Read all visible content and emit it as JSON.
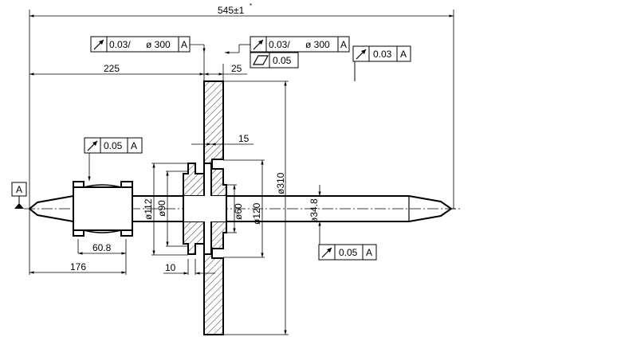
{
  "drawing": {
    "dimensions": {
      "overall_length": "545±1",
      "overall_length_superscript": "*",
      "hub_offset": "225",
      "hub_width": "25",
      "groove_width": "15",
      "shaft_end_length": "176",
      "spline_length": "60.8",
      "step_length": "10",
      "dia_112": "ø112",
      "dia_90": "ø90",
      "dia_60": "ø60",
      "dia_120": "ø120",
      "dia_310": "ø310",
      "dia_34_8": "ø34.8"
    },
    "datum": {
      "label": "A"
    },
    "tolerance_frames": [
      {
        "id": "hub-runout-1",
        "symbol": "runout-arrow",
        "value": "0.03/",
        "extra": "ø 300",
        "datum": "A"
      },
      {
        "id": "hub-runout-2",
        "symbol": "runout-arrow",
        "value": "0.03/",
        "extra": "ø 300",
        "datum": "A"
      },
      {
        "id": "hub-flatness",
        "symbol": "flatness-parallelogram",
        "value": "0.05"
      },
      {
        "id": "center-runout",
        "symbol": "runout-arrow",
        "value": "0.03",
        "datum": "A"
      },
      {
        "id": "spline-runout",
        "symbol": "runout-arrow",
        "value": "0.05",
        "datum": "A"
      },
      {
        "id": "shaft-runout",
        "symbol": "runout-arrow",
        "value": "0.05",
        "datum": "A"
      }
    ]
  }
}
